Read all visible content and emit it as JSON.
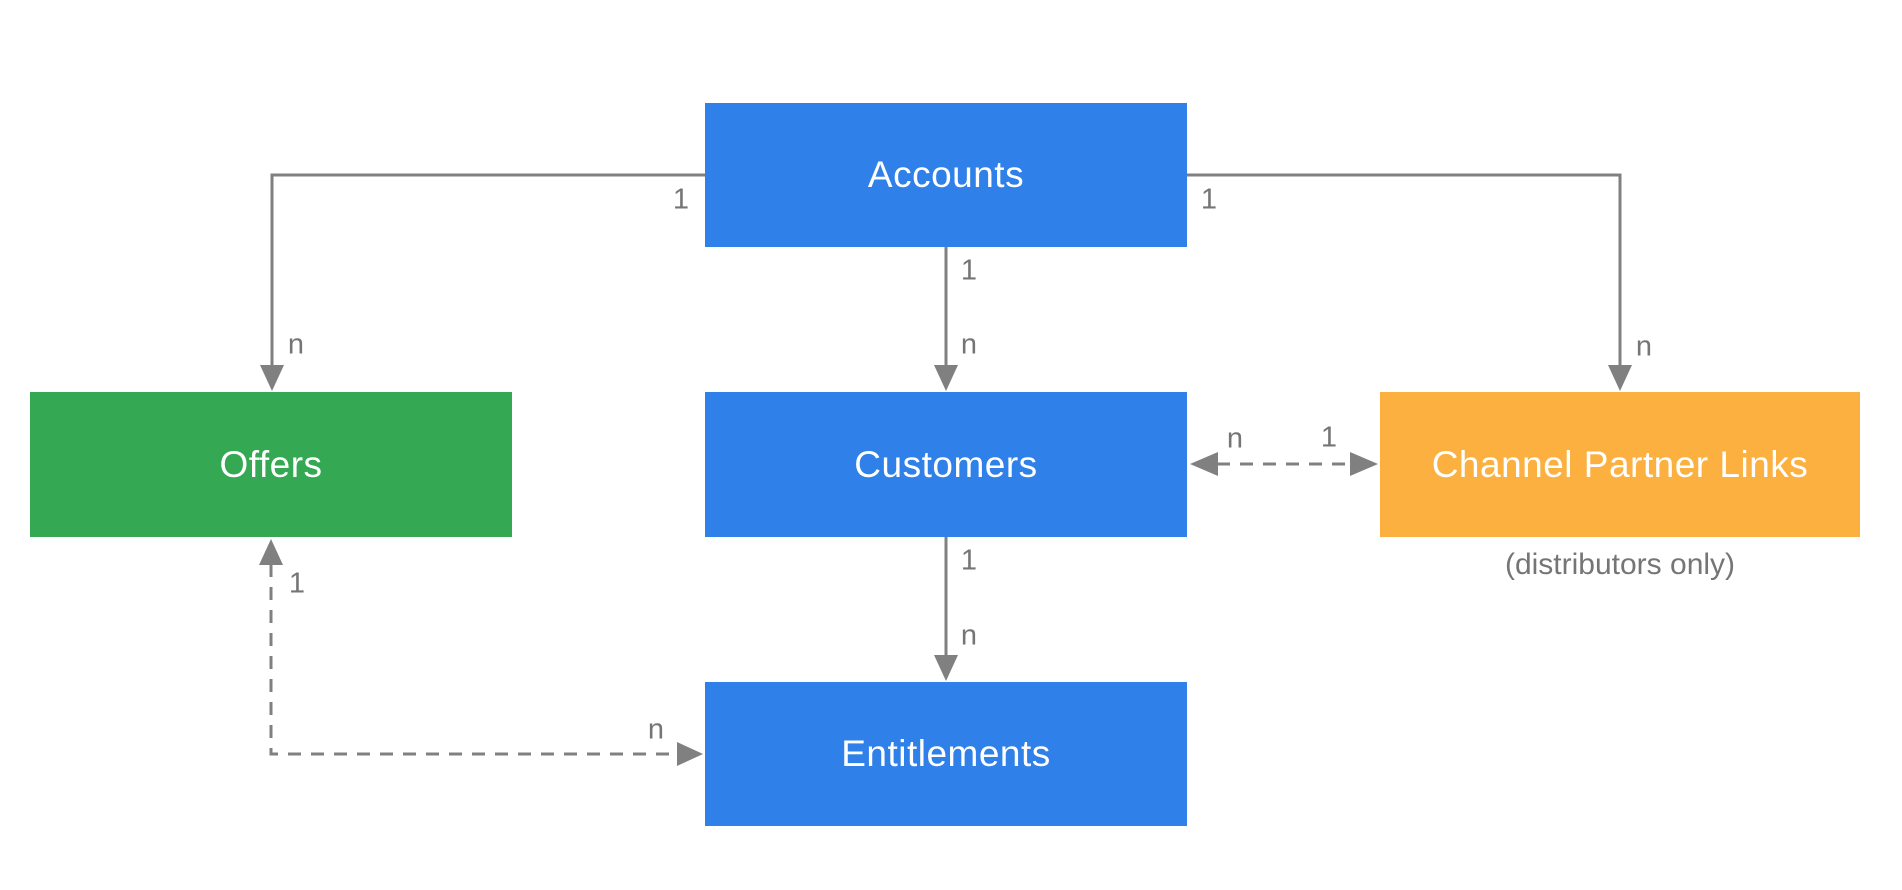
{
  "diagram": {
    "background": "#FFFFFF",
    "line_color": "#808080",
    "label_color": "#757575",
    "nodes": [
      {
        "id": "accounts",
        "label": "Accounts",
        "color": "#2F80E8",
        "text_color": "#FFFFFF"
      },
      {
        "id": "offers",
        "label": "Offers",
        "color": "#34A853",
        "text_color": "#FFFFFF"
      },
      {
        "id": "customers",
        "label": "Customers",
        "color": "#2F80E8",
        "text_color": "#FFFFFF"
      },
      {
        "id": "channel-partner-links",
        "label": "Channel Partner Links",
        "color": "#FBB040",
        "text_color": "#FFFFFF",
        "caption": "(distributors only)"
      },
      {
        "id": "entitlements",
        "label": "Entitlements",
        "color": "#2F80E8",
        "text_color": "#FFFFFF"
      }
    ],
    "edges": [
      {
        "from": "accounts",
        "to": "offers",
        "from_label": "1",
        "to_label": "n",
        "style": "solid",
        "direction": "one-way"
      },
      {
        "from": "accounts",
        "to": "customers",
        "from_label": "1",
        "to_label": "n",
        "style": "solid",
        "direction": "one-way"
      },
      {
        "from": "accounts",
        "to": "channel-partner-links",
        "from_label": "1",
        "to_label": "n",
        "style": "solid",
        "direction": "one-way"
      },
      {
        "from": "customers",
        "to": "channel-partner-links",
        "from_label": "n",
        "to_label": "1",
        "style": "dashed",
        "direction": "two-way"
      },
      {
        "from": "customers",
        "to": "entitlements",
        "from_label": "1",
        "to_label": "n",
        "style": "solid",
        "direction": "one-way"
      },
      {
        "from": "offers",
        "to": "entitlements",
        "from_label": "1",
        "to_label": "n",
        "style": "dashed",
        "direction": "two-way"
      }
    ]
  }
}
